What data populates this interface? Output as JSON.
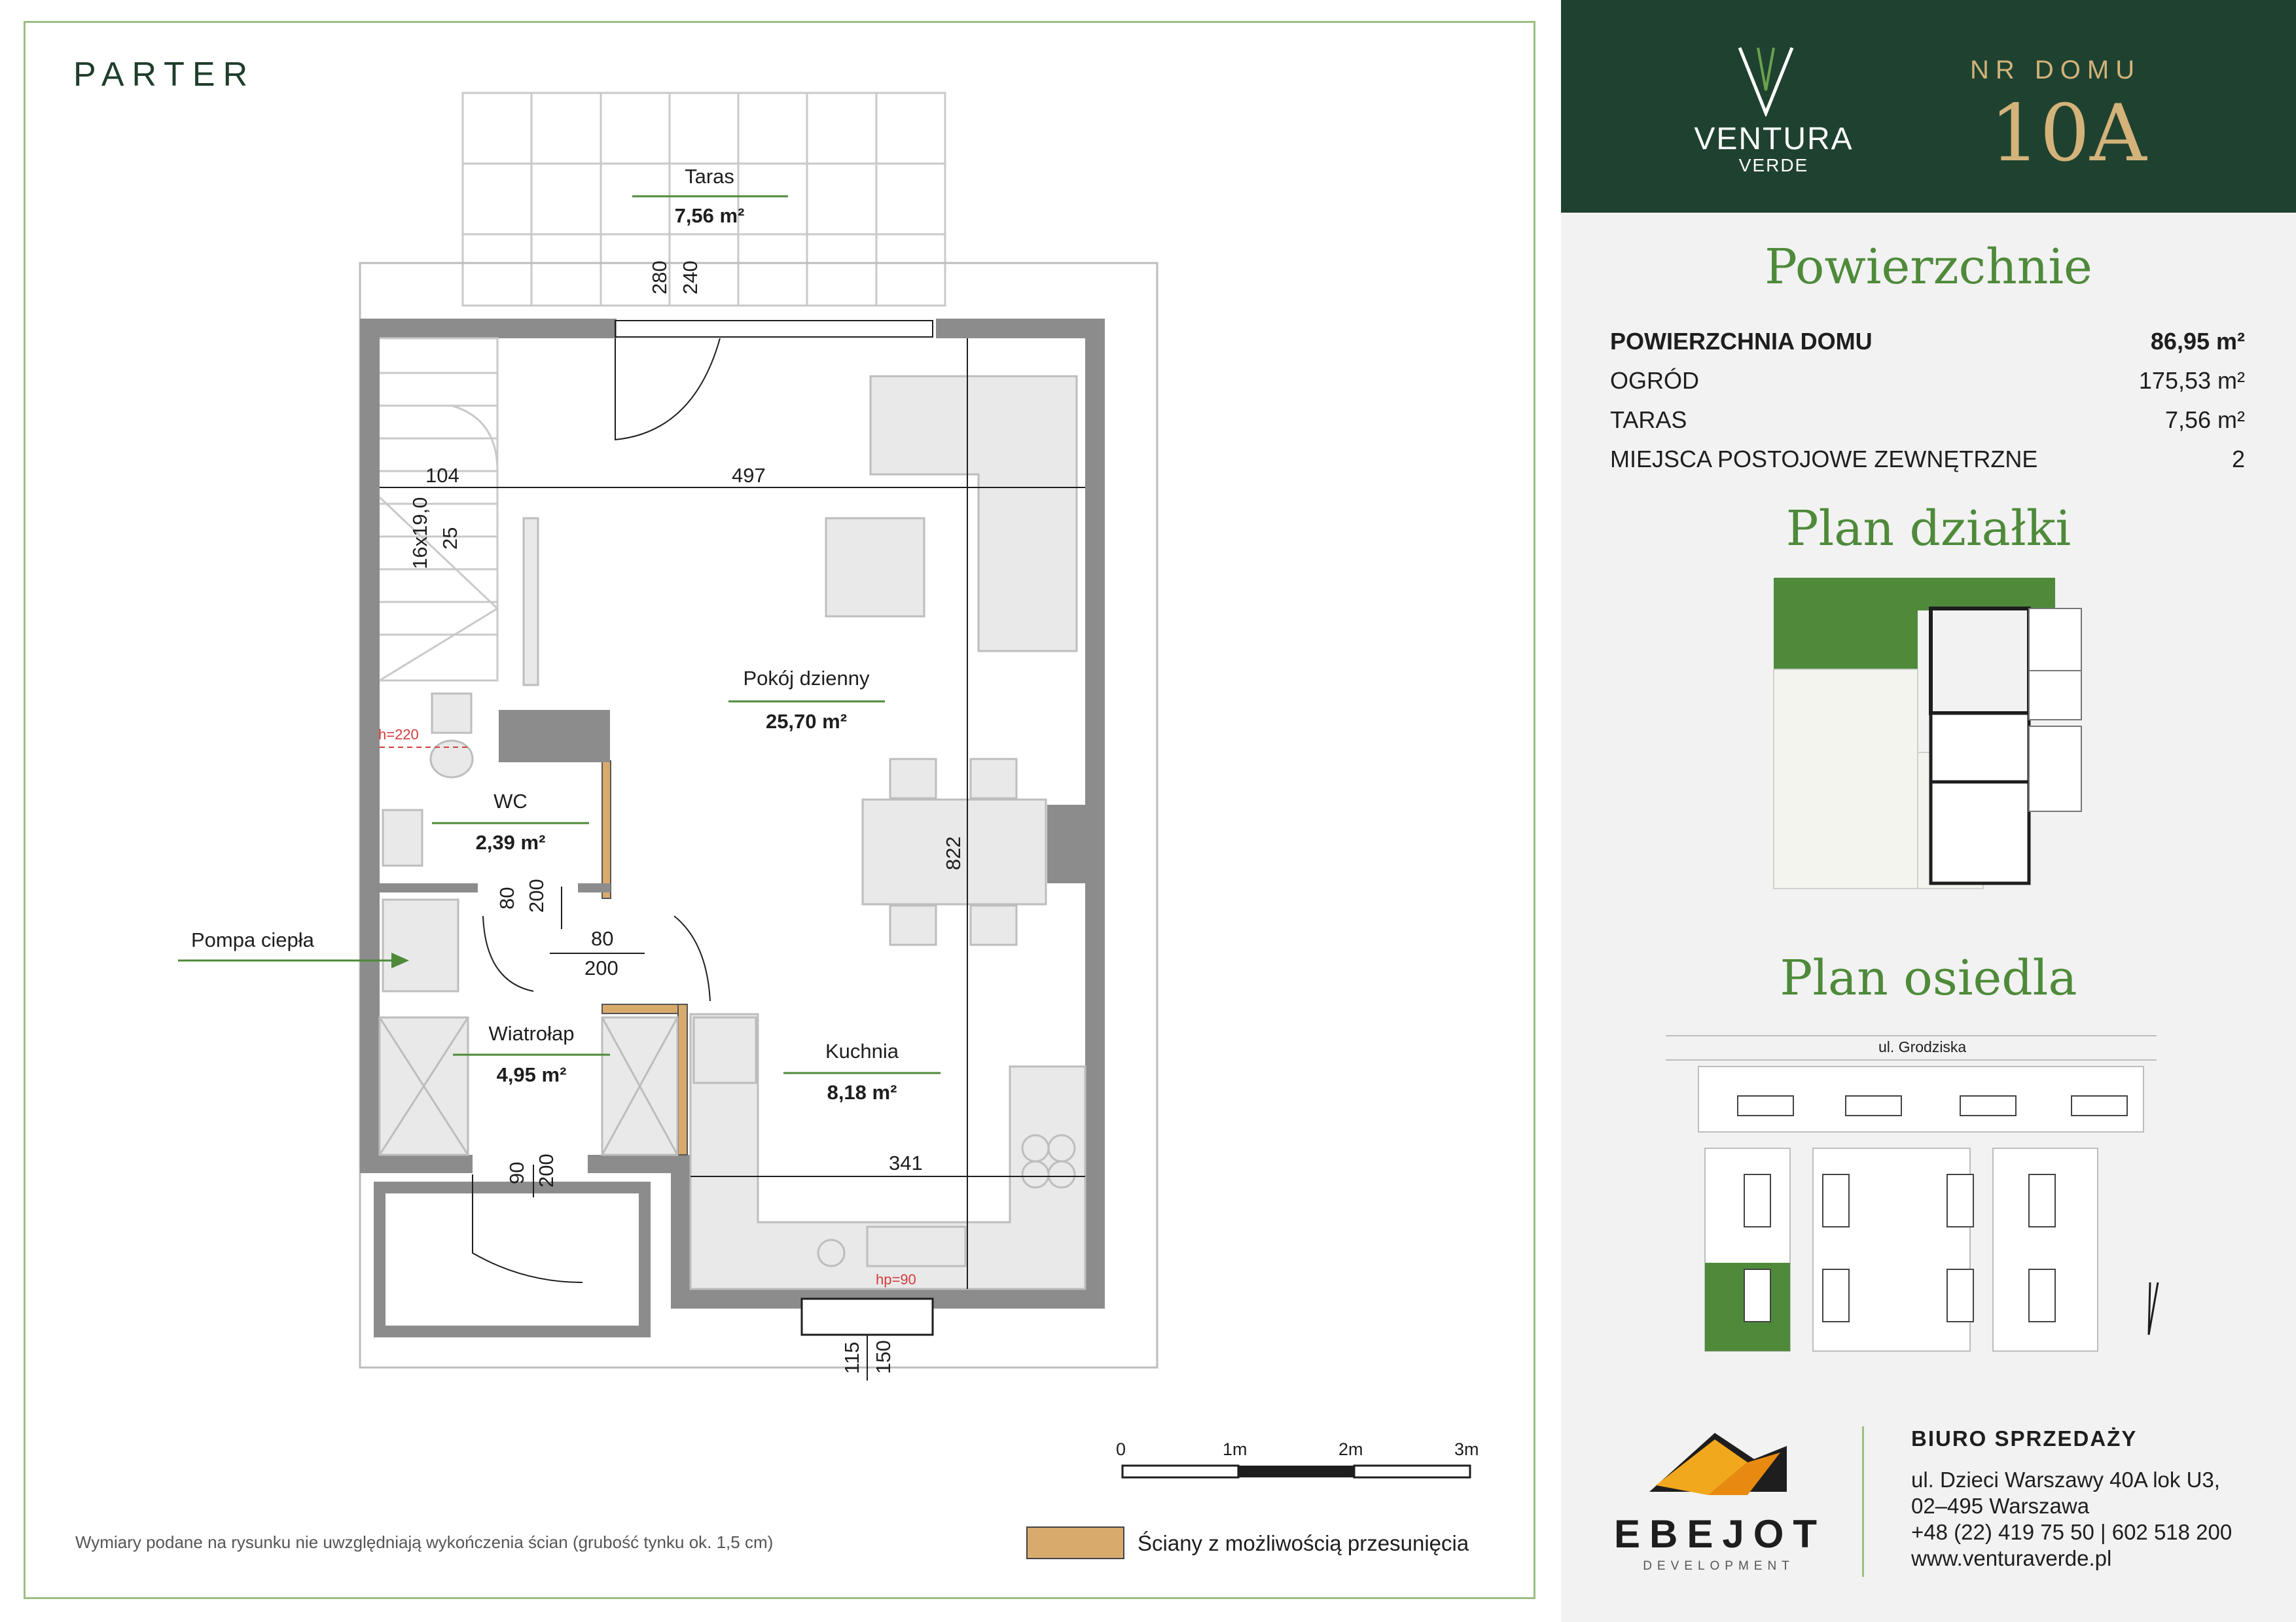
{
  "floor_label": "PARTER",
  "rooms": [
    {
      "name": "Taras",
      "area": "7,56 m²"
    },
    {
      "name": "Pokój dzienny",
      "area": "25,70 m²"
    },
    {
      "name": "WC",
      "area": "2,39 m²"
    },
    {
      "name": "Wiatrołap",
      "area": "4,95 m²"
    },
    {
      "name": "Kuchnia",
      "area": "8,18 m²"
    }
  ],
  "pompa_label": "Pompa ciepła",
  "dimensions": {
    "d280": "280",
    "d240": "240",
    "d104": "104",
    "d497": "497",
    "d16x190": "16x19,0",
    "d25": "25",
    "d822": "822",
    "d80a": "80",
    "d200a": "200",
    "d80b": "80",
    "d200b": "200",
    "d341": "341",
    "d90": "90",
    "d200c": "200",
    "d115": "115",
    "d150": "150"
  },
  "annotations": {
    "h220": "h=220",
    "hp90": "hp=90"
  },
  "scale": {
    "labels": [
      "0",
      "1m",
      "2m",
      "3m"
    ]
  },
  "footnote": "Wymiary podane na rysunku nie uwzględniają wykończenia ścian (grubość tynku ok. 1,5 cm)",
  "legend": {
    "label": "Ściany z możliwością przesunięcia",
    "color": "#d8ab6d"
  },
  "brand": {
    "name": "VENTURA",
    "sub": "VERDE"
  },
  "house": {
    "label": "NR DOMU",
    "number": "10A"
  },
  "sections": {
    "areas_title": "Powierzchnie",
    "plot_title": "Plan działki",
    "estate_title": "Plan osiedla"
  },
  "areas": [
    {
      "label": "POWIERZCHNIA DOMU",
      "value": "86,95 m²"
    },
    {
      "label": "OGRÓD",
      "value": "175,53 m²"
    },
    {
      "label": "TARAS",
      "value": "7,56 m²"
    },
    {
      "label": "MIEJSCA POSTOJOWE ZEWNĘTRZNE",
      "value": "2"
    }
  ],
  "estate_street": "ul. Grodziska",
  "developer": {
    "name": "EBEJOT",
    "sub": "DEVELOPMENT"
  },
  "sales": {
    "title": "BIURO SPRZEDAŻY",
    "lines": [
      "ul. Dzieci Warszawy 40A lok U3,",
      "02–495 Warszawa",
      "+48 (22) 419 75 50 | 602 518 200",
      "www.venturaverde.pl"
    ]
  },
  "colors": {
    "header_green": "#1f4230",
    "accent_green": "#4e8a3a",
    "gold": "#d3b37a",
    "wall_grey": "#8c8c8c",
    "garden_green": "#4e8a3a"
  }
}
